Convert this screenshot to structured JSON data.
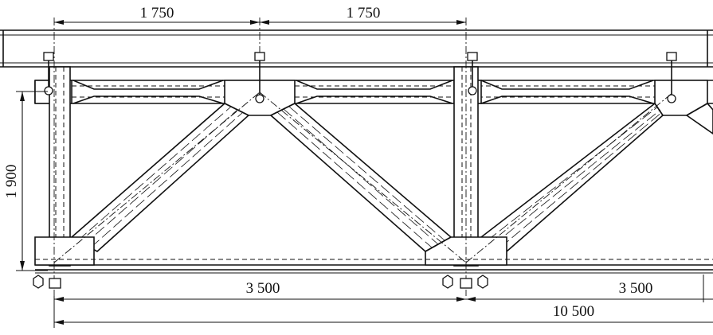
{
  "dimensions": {
    "top_left_span": "1 750",
    "top_right_span": "1 750",
    "height": "1 900",
    "bottom_left_span": "3 500",
    "bottom_right_span": "3 500",
    "total_span": "10 500"
  }
}
